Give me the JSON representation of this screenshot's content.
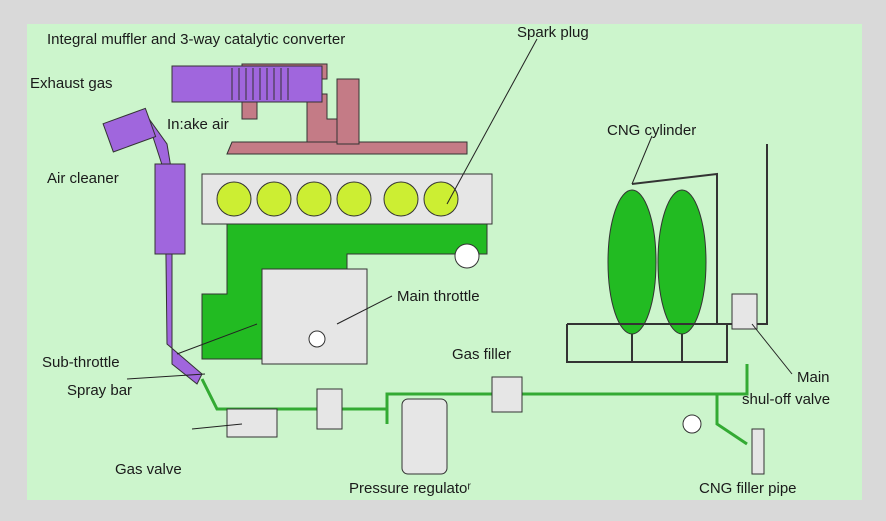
{
  "labels": {
    "integral_muffler": "Integral muffler and 3-way catalytic converter",
    "spark_plug": "Spark plug",
    "exhaust_gas": "Exhaust gas",
    "intake_air": "In:ake air",
    "air_cleaner": "Air cleaner",
    "cng_cylinder": "CNG cylinder",
    "main_throttle": "Main throttle",
    "gas_filler": "Gas filler",
    "sub_throttle": "Sub-throttle",
    "spray_bar": "Spray bar",
    "main_shutoff_line1": "Main",
    "main_shutoff_line2": "shul-off valve",
    "gas_valve": "Gas valve",
    "pressure_regulator": "Pressure regulatoʳ",
    "cng_filler_pipe": "CNG filler pipe"
  },
  "colors": {
    "background": "#ccf5cc",
    "frame": "#d9d9d9",
    "engine_green": "#22bb22",
    "cylinder_yellow": "#ccee33",
    "exhaust_pink": "#c47b86",
    "intake_purple": "#a066dd",
    "gas_line": "#33aa33"
  }
}
